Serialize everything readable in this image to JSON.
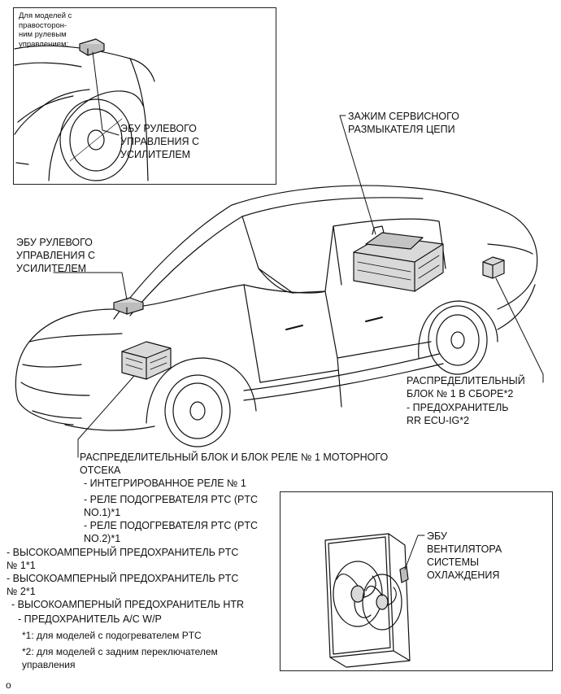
{
  "inset_top": {
    "note": "Для моделей с\nправосторон-\nним рулевым\nуправлением:",
    "ecu_label": "ЭБУ РУЛЕВОГО\nУПРАВЛЕНИЯ С\nУСИЛИТЕЛЕМ"
  },
  "main": {
    "service_plug": "ЗАЖИМ СЕРВИСНОГО\nРАЗМЫКАТЕЛЯ ЦЕПИ",
    "eps_ecu": "ЭБУ РУЛЕВОГО\nУПРАВЛЕНИЯ С\nУСИЛИТЕЛЕМ",
    "junction_block": "РАСПРЕДЕЛИТЕЛЬНЫЙ\nБЛОК № 1 В СБОРЕ*2",
    "rr_fuse": "- ПРЕДОХРАНИТЕЛЬ\nRR ECU-IG*2",
    "engine_room": {
      "title": "РАСПРЕДЕЛИТЕЛЬНЫЙ БЛОК И БЛОК РЕЛЕ № 1 МОТОРНОГО\nОТСЕКА",
      "items": [
        "- ИНТЕГРИРОВАННОЕ РЕЛЕ № 1",
        "- РЕЛЕ ПОДОГРЕВАТЕЛЯ PTC (PTC\nNO.1)*1",
        "- РЕЛЕ ПОДОГРЕВАТЕЛЯ PTC (PTC\nNO.2)*1"
      ],
      "fuses": [
        "- ВЫСОКОАМПЕРНЫЙ ПРЕДОХРАНИТЕЛЬ PTC\n№ 1*1",
        "- ВЫСОКОАМПЕРНЫЙ ПРЕДОХРАНИТЕЛЬ PTC\n№ 2*1",
        "- ВЫСОКОАМПЕРНЫЙ ПРЕДОХРАНИТЕЛЬ HTR",
        "- ПРЕДОХРАНИТЕЛЬ A/C W/P"
      ]
    },
    "footnotes": [
      "*1: для моделей с подогревателем PTC",
      "*2: для моделей с задним переключателем\nуправления"
    ],
    "corner_mark": "o"
  },
  "inset_bottom": {
    "fan_ecu": "ЭБУ\nВЕНТИЛЯТОРА\nСИСТЕМЫ\nОХЛАЖДЕНИЯ"
  },
  "colors": {
    "line": "#111111",
    "frame": "#222222",
    "part_fill": "#d9d9d9"
  }
}
